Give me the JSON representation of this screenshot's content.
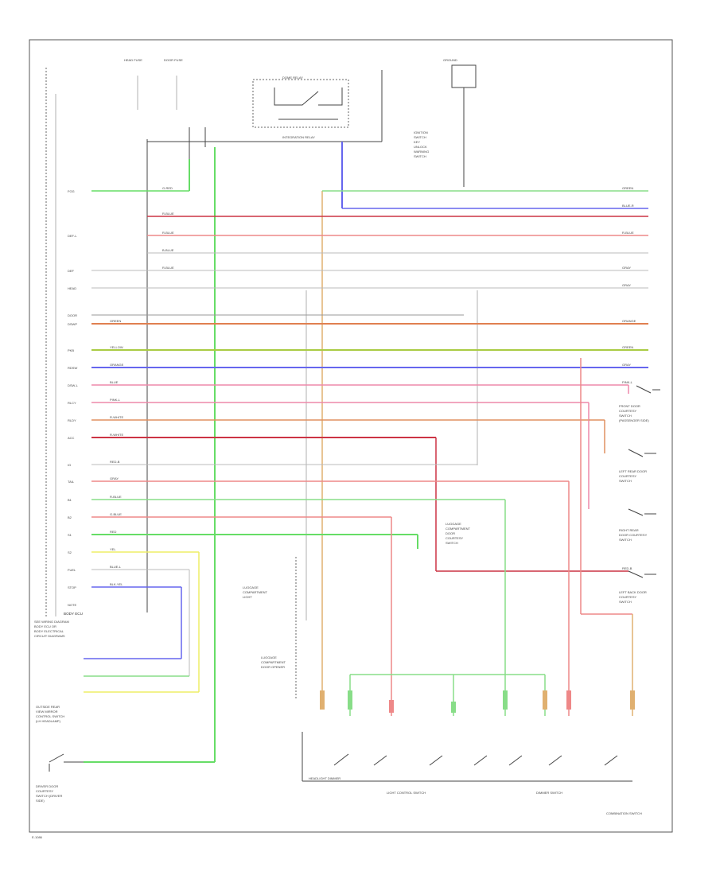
{
  "diagram": {
    "corner_label": "E-1086",
    "footer_label": "COMBINATION SWITCH",
    "modules": {
      "main_block_bottom": "BODY ECU",
      "ecu_caption": [
        "SEE WIRING DIAGRAM",
        "BODY ECU OR",
        "BODY ELECTRICAL",
        "CIRCUIT DIAGRAMS"
      ],
      "mirror_caption": [
        "OUTSIDE REAR",
        "VIEW MIRROR",
        "CONTROL SWITCH",
        "(LH HEADLAMP)"
      ],
      "door_switch_caption": [
        "DRIVER DOOR",
        "COURTESY",
        "SWITCH (DRIVER",
        "SIDE)"
      ],
      "top_fuse_left": "HEAD FUSE",
      "top_fuse_right": "DOOR FUSE",
      "relay_box": "DOME RELAY",
      "relay_box_caption": "INTEGRATION RELAY",
      "ground_top": "GROUND",
      "ign_caption": [
        "IGNITION",
        "SWITCH",
        "KEY",
        "UNLOCK",
        "WARNING",
        "SWITCH"
      ],
      "right_caption_1": [
        "FRONT DOOR",
        "COURTESY",
        "SWITCH",
        "(PASSENGER SIDE)"
      ],
      "right_caption_2": [
        "LEFT REAR DOOR",
        "COURTESY",
        "SWITCH"
      ],
      "right_caption_3": [
        "RIGHT REAR",
        "DOOR COURTESY",
        "SWITCH"
      ],
      "right_caption_4": [
        "LEFT BACK DOOR",
        "COURTESY",
        "SWITCH"
      ],
      "mid_caption": [
        "LUGGAGE",
        "COMPARTMENT",
        "DOOR",
        "COURTESY",
        "SWITCH"
      ],
      "lower_caption_1": [
        "LUGGAGE",
        "COMPARTMENT",
        "LIGHT"
      ],
      "lower_caption_2": [
        "LUGGAGE",
        "COMPARTMENT",
        "DOOR OPENER"
      ],
      "light_control": "LIGHT CONTROL SWITCH",
      "dimmer": "DIMMER SWITCH",
      "headlamp": "HEADLIGHT DIMMER"
    },
    "pins_left": [
      "FOG",
      "DEF-L",
      "",
      "DEF",
      "HEAD",
      "DOOR",
      "DSWP",
      "PKB",
      "RDSW",
      "DSW-L",
      "RLCY",
      "RLDY",
      "ACC",
      "IG",
      "TAIL",
      "B1",
      "B2",
      "S1",
      "S2",
      "FUEL",
      "STOP",
      "NOTE"
    ],
    "wire_colors_label": [
      "G-RED",
      "R-BLUE",
      "R-BLUE",
      "B-BLUE",
      "R-BLUE",
      "GREEN",
      "YELLOW",
      "ORANGE",
      "BLUE",
      "PINK-L",
      "R-WHITE",
      "R-WHITE",
      "RED-B",
      "GRAY",
      "R-BLUE",
      "G-BLUE",
      "RED",
      "YEL",
      "BLUE-L",
      "BLK-YEL"
    ],
    "right_tags": [
      "GREEN",
      "BLUE-R",
      "R-BLUE",
      "GRAY",
      "GRAY",
      "ORANGE",
      "GREEN",
      "GRAY",
      "PINK-L",
      "RED-B"
    ]
  }
}
